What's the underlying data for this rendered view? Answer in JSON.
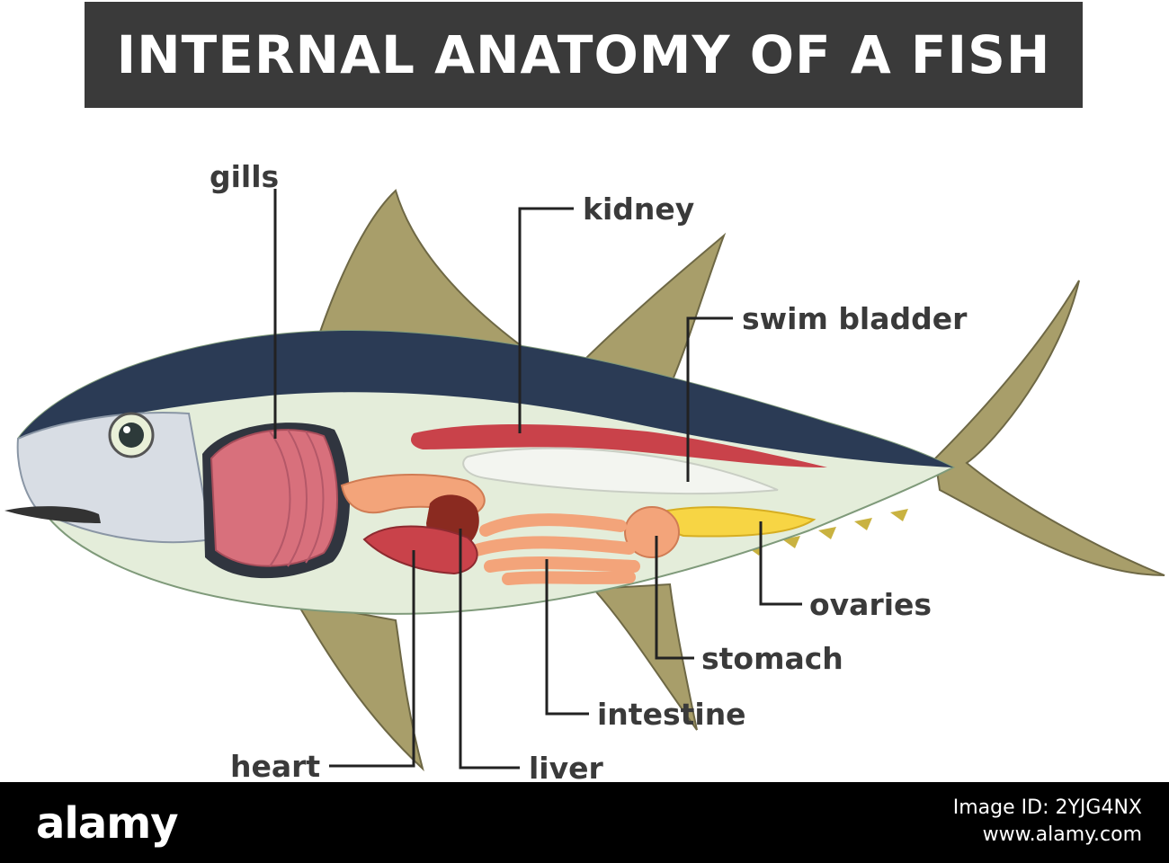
{
  "title": "INTERNAL ANATOMY OF A FISH",
  "labels": {
    "gills": "gills",
    "kidney": "kidney",
    "swim_bladder": "swim bladder",
    "ovaries": "ovaries",
    "stomach": "stomach",
    "intestine": "intestine",
    "heart": "heart",
    "liver": "liver"
  },
  "footer": {
    "brand": "alamy",
    "image_id": "Image ID: 2YJG4NX",
    "url": "www.alamy.com"
  },
  "colors": {
    "title_bg": "#3a3a3a",
    "label_text": "#3a3a3a",
    "fish_back": "#2b3b55",
    "fish_belly": "#e4edda",
    "fins": "#a89e6a",
    "gill_pink": "#d8707c",
    "organ_orange": "#f3a47a",
    "kidney_red": "#c9424a",
    "ovaries_yellow": "#f7d544",
    "liver_brown": "#8a2a20"
  }
}
